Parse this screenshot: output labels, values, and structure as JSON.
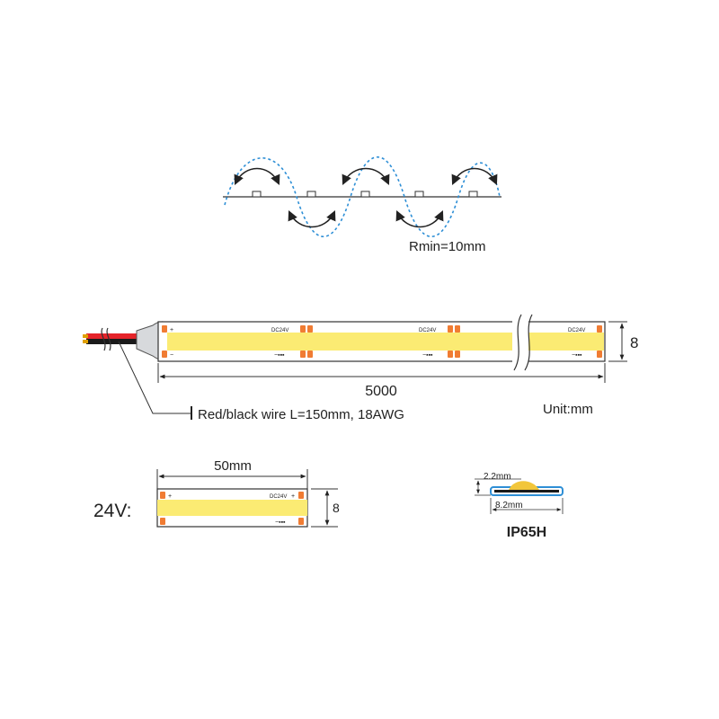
{
  "bend": {
    "radius_label": "Rmin=10mm"
  },
  "strip": {
    "length_label": "5000",
    "width_label": "8",
    "wire_label": "Red/black wire L=150mm, 18AWG",
    "unit_label": "Unit:mm",
    "segment_marking": "DC24V",
    "plus_sign": "+",
    "minus_sign": "−▪▪▪"
  },
  "segment": {
    "voltage_label": "24V:",
    "length_label": "50mm",
    "width_label": "8"
  },
  "profile": {
    "height_label": "2.2mm",
    "width_label": "8.2mm",
    "rating_label": "IP65H"
  },
  "colors": {
    "led_yellow": "#FBEB73",
    "pad_orange": "#F07C33",
    "wire_red": "#E5242A",
    "wire_black": "#1a1a1a",
    "wave_blue": "#2E8FD6",
    "line": "#333333"
  }
}
